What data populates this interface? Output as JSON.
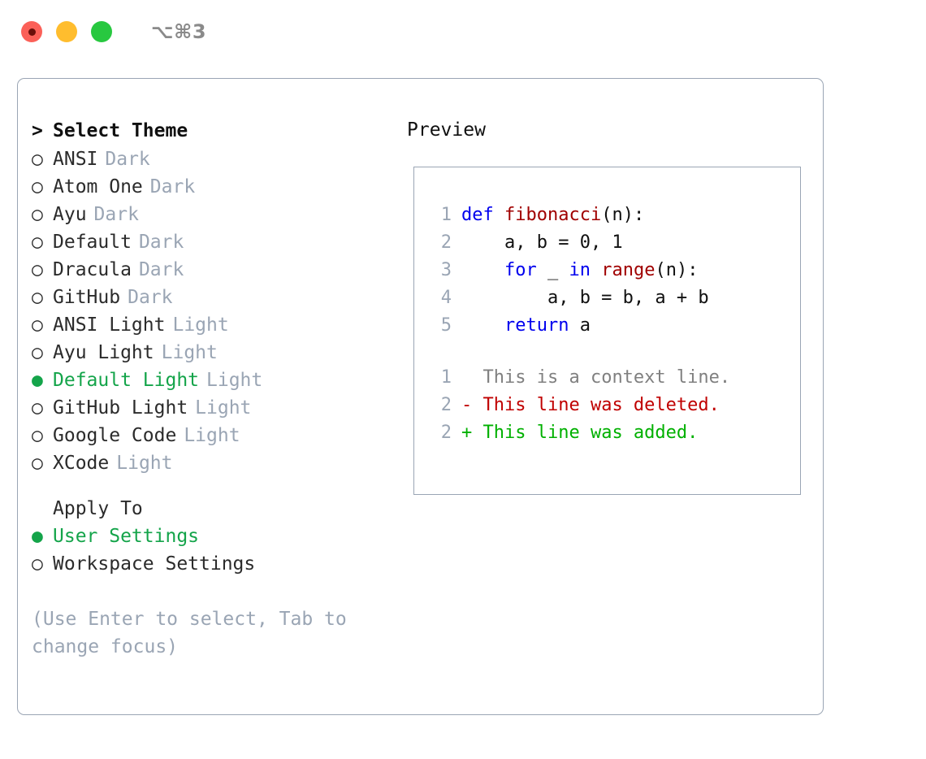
{
  "window": {
    "shortcut": "⌥⌘3",
    "traffic_lights": [
      "close-dot",
      "minimize-dot",
      "maximize-dot"
    ],
    "colors": {
      "red": "#fb6058",
      "yellow": "#ffbd2e",
      "green": "#28c840",
      "accent_green": "#14a44a",
      "muted": "#9aa5b4",
      "keyword_blue": "#0000ee",
      "function_red": "#a00000",
      "diff_add": "#00b000",
      "diff_del": "#c00000"
    }
  },
  "theme_list": {
    "header_marker": ">",
    "header_label": "Select Theme",
    "items": [
      {
        "marker": "○",
        "label": "ANSI",
        "tag": "Dark",
        "selected": false
      },
      {
        "marker": "○",
        "label": "Atom One",
        "tag": "Dark",
        "selected": false
      },
      {
        "marker": "○",
        "label": "Ayu",
        "tag": "Dark",
        "selected": false
      },
      {
        "marker": "○",
        "label": "Default",
        "tag": "Dark",
        "selected": false
      },
      {
        "marker": "○",
        "label": "Dracula",
        "tag": "Dark",
        "selected": false
      },
      {
        "marker": "○",
        "label": "GitHub",
        "tag": "Dark",
        "selected": false
      },
      {
        "marker": "○",
        "label": "ANSI Light",
        "tag": "Light",
        "selected": false
      },
      {
        "marker": "○",
        "label": "Ayu Light",
        "tag": "Light",
        "selected": false
      },
      {
        "marker": "●",
        "label": "Default Light",
        "tag": "Light",
        "selected": true
      },
      {
        "marker": "○",
        "label": "GitHub Light",
        "tag": "Light",
        "selected": false
      },
      {
        "marker": "○",
        "label": "Google Code",
        "tag": "Light",
        "selected": false
      },
      {
        "marker": "○",
        "label": "XCode",
        "tag": "Light",
        "selected": false
      }
    ]
  },
  "apply_to": {
    "title": "Apply To",
    "items": [
      {
        "marker": "●",
        "label": "User Settings",
        "selected": true
      },
      {
        "marker": "○",
        "label": "Workspace Settings",
        "selected": false
      }
    ]
  },
  "hint": "(Use Enter to select, Tab to change focus)",
  "preview": {
    "title": "Preview",
    "code_lines": [
      {
        "no": "1",
        "tokens": [
          {
            "t": "def ",
            "c": "kw"
          },
          {
            "t": "fibonacci",
            "c": "fn"
          },
          {
            "t": "(n):",
            "c": "plain"
          }
        ]
      },
      {
        "no": "2",
        "tokens": [
          {
            "t": "    a, b = 0, 1",
            "c": "plain"
          }
        ]
      },
      {
        "no": "3",
        "tokens": [
          {
            "t": "    ",
            "c": "plain"
          },
          {
            "t": "for",
            "c": "kw"
          },
          {
            "t": " _ ",
            "c": "plain"
          },
          {
            "t": "in",
            "c": "kw"
          },
          {
            "t": " ",
            "c": "plain"
          },
          {
            "t": "range",
            "c": "fn"
          },
          {
            "t": "(n):",
            "c": "plain"
          }
        ]
      },
      {
        "no": "4",
        "tokens": [
          {
            "t": "        a, b = b, a + b",
            "c": "plain"
          }
        ]
      },
      {
        "no": "5",
        "tokens": [
          {
            "t": "    ",
            "c": "plain"
          },
          {
            "t": "return",
            "c": "kw"
          },
          {
            "t": " a",
            "c": "plain"
          }
        ]
      }
    ],
    "diff_lines": [
      {
        "no": "1",
        "sign": "  ",
        "text": "This is a context line.",
        "kind": "ctx"
      },
      {
        "no": "2",
        "sign": "- ",
        "text": "This line was deleted.",
        "kind": "del"
      },
      {
        "no": "2",
        "sign": "+ ",
        "text": "This line was added.",
        "kind": "add"
      }
    ]
  }
}
